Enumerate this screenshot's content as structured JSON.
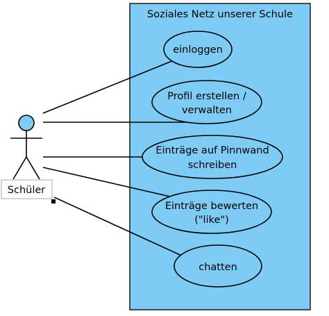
{
  "system": {
    "title": "Soziales Netz unserer Schule",
    "fill": "#7ecbf5",
    "stroke": "#1a1a1a"
  },
  "actor": {
    "label": "Schüler",
    "head_fill": "#7ecbf5"
  },
  "use_cases": [
    {
      "id": "einloggen",
      "lines": [
        "einloggen"
      ]
    },
    {
      "id": "profil",
      "lines": [
        "Profil erstellen /",
        "verwalten"
      ]
    },
    {
      "id": "pinnwand",
      "lines": [
        "Einträge auf Pinnwand",
        "schreiben"
      ]
    },
    {
      "id": "bewerten",
      "lines": [
        "Einträge bewerten",
        "(\"like\")"
      ]
    },
    {
      "id": "chatten",
      "lines": [
        "chatten"
      ]
    }
  ],
  "colors": {
    "use_case_fill": "#7ecbf5",
    "line": "#000000",
    "label_box_border": "#aaaaaa"
  }
}
